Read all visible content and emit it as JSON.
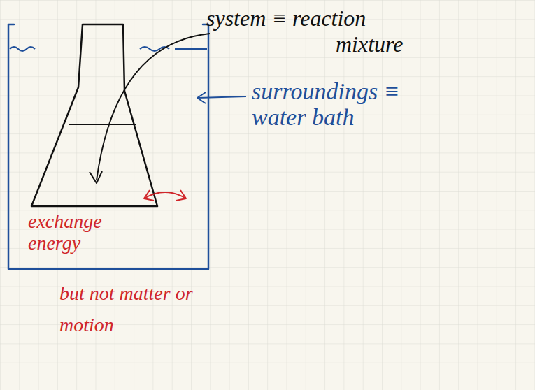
{
  "diagram": {
    "labels": [
      "system ≡ reaction mixture",
      "surroundings ≡ water bath",
      "exchange energy",
      "but not matter or motion"
    ]
  }
}
